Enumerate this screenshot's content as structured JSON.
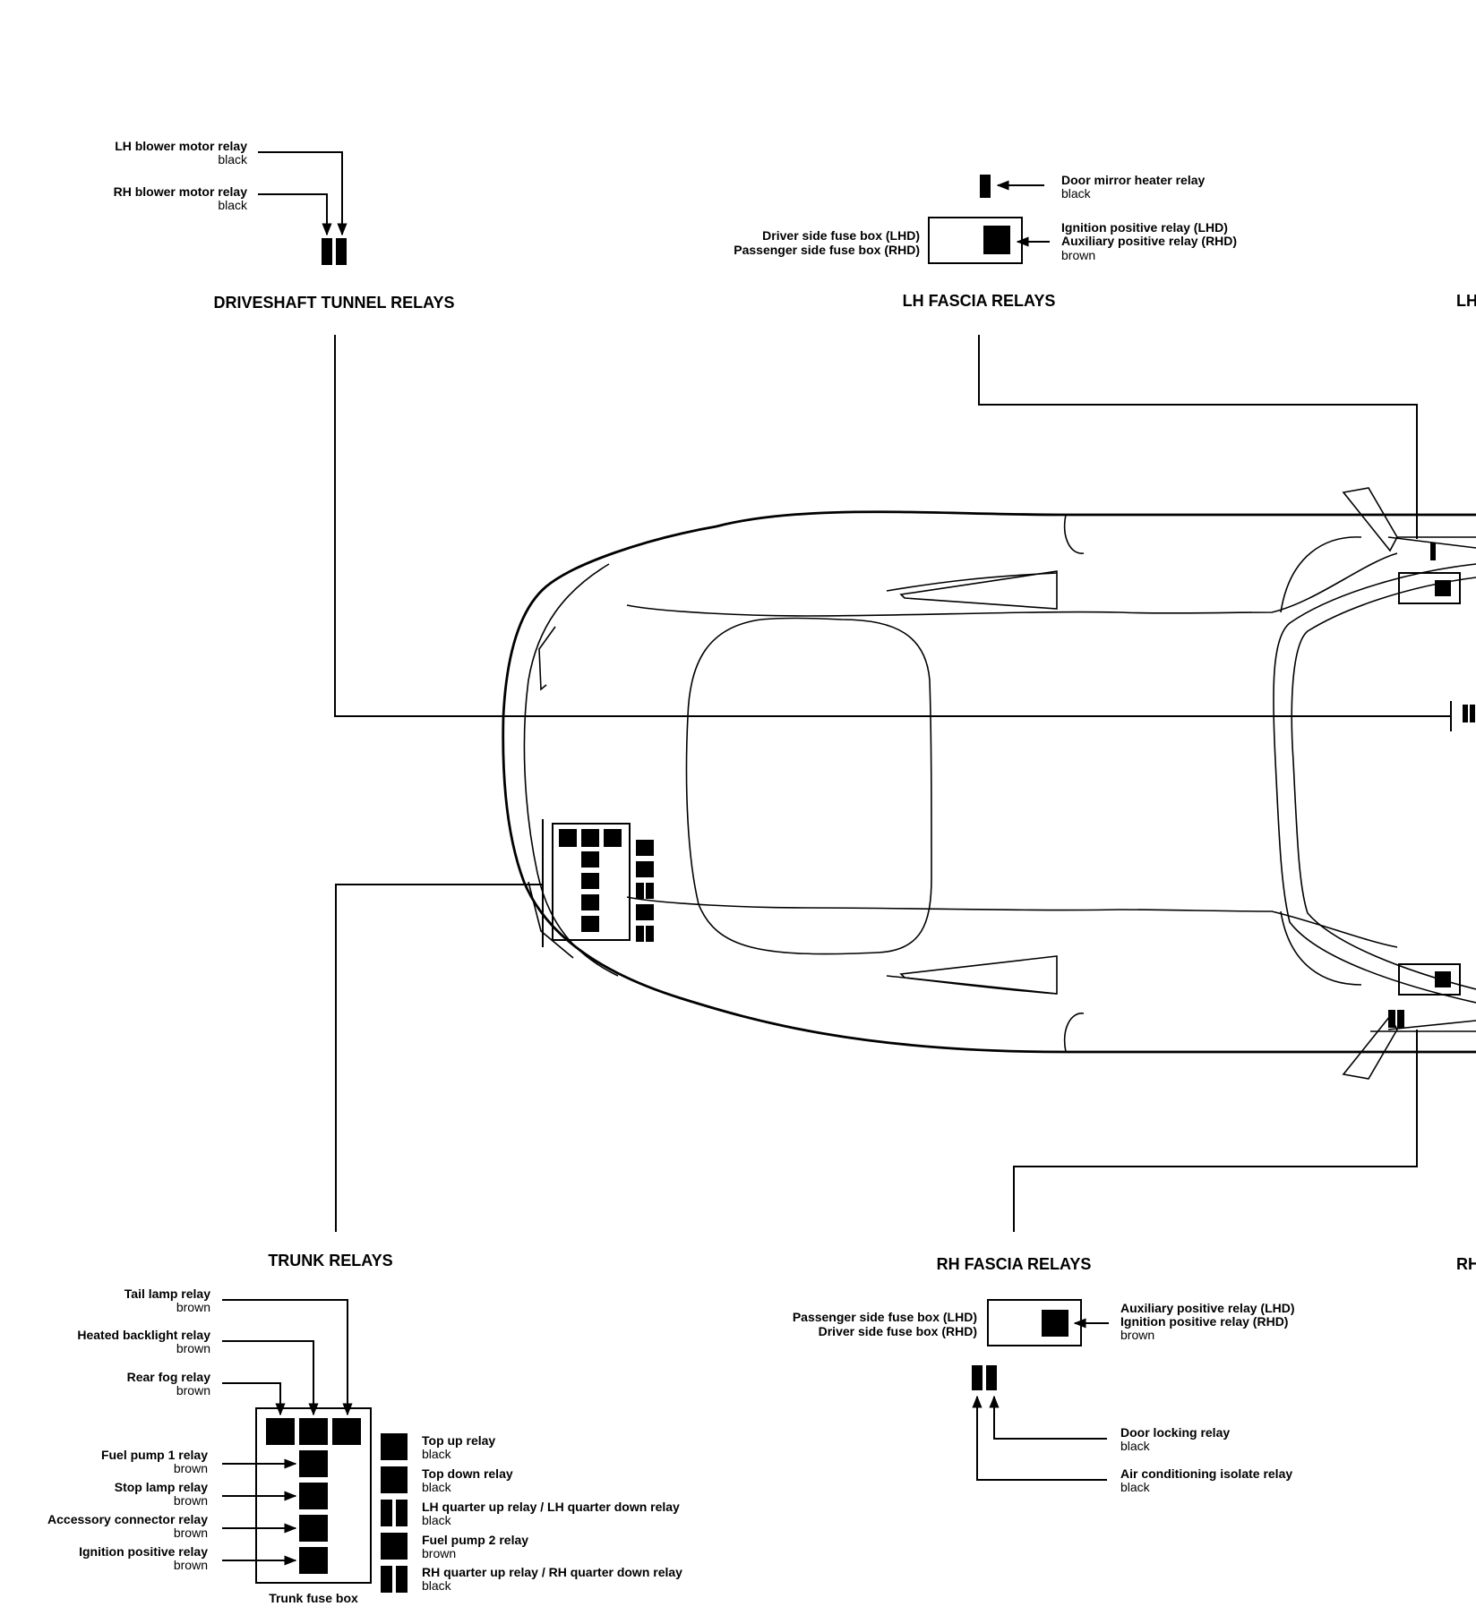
{
  "sections": {
    "driveshaft": {
      "heading": "DRIVESHAFT TUNNEL RELAYS",
      "items": [
        {
          "name": "LH blower motor relay",
          "color": "black"
        },
        {
          "name": "RH blower motor relay",
          "color": "black"
        }
      ]
    },
    "lh_fascia": {
      "heading": "LH FASCIA RELAYS",
      "door_mirror": {
        "name": "Door mirror heater relay",
        "color": "black"
      },
      "fuse_box_lines": [
        "Driver side fuse box (LHD)",
        "Passenger side fuse box (RHD)"
      ],
      "relay_lines": [
        "Ignition positive relay (LHD)",
        "Auxiliary positive relay (RHD)"
      ],
      "relay_color": "brown"
    },
    "lh_cut": "LH",
    "trunk": {
      "heading": "TRUNK RELAYS",
      "fuse_box_label": "Trunk fuse box",
      "top_items": [
        {
          "name": "Tail lamp relay",
          "color": "brown"
        },
        {
          "name": "Heated backlight relay",
          "color": "brown"
        },
        {
          "name": "Rear fog relay",
          "color": "brown"
        }
      ],
      "left_items": [
        {
          "name": "Fuel pump 1 relay",
          "color": "brown"
        },
        {
          "name": "Stop lamp relay",
          "color": "brown"
        },
        {
          "name": "Accessory connector relay",
          "color": "brown"
        },
        {
          "name": "Ignition positive relay",
          "color": "brown"
        }
      ],
      "right_items": [
        {
          "name": "Top up relay",
          "color": "black"
        },
        {
          "name": "Top down relay",
          "color": "black"
        },
        {
          "name": "LH quarter up relay / LH quarter down relay",
          "color": "black"
        },
        {
          "name": "Fuel pump 2 relay",
          "color": "brown"
        },
        {
          "name": "RH quarter up relay / RH quarter down relay",
          "color": "black"
        }
      ]
    },
    "rh_fascia": {
      "heading": "RH FASCIA RELAYS",
      "fuse_box_lines": [
        "Passenger side fuse box (LHD)",
        "Driver side fuse box (RHD)"
      ],
      "relay_lines": [
        "Auxiliary positive relay (LHD)",
        "Ignition positive relay (RHD)"
      ],
      "relay_color": "brown",
      "items": [
        {
          "name": "Door locking relay",
          "color": "black"
        },
        {
          "name": "Air conditioning isolate relay",
          "color": "black"
        }
      ]
    },
    "rh_cut": "RH"
  }
}
